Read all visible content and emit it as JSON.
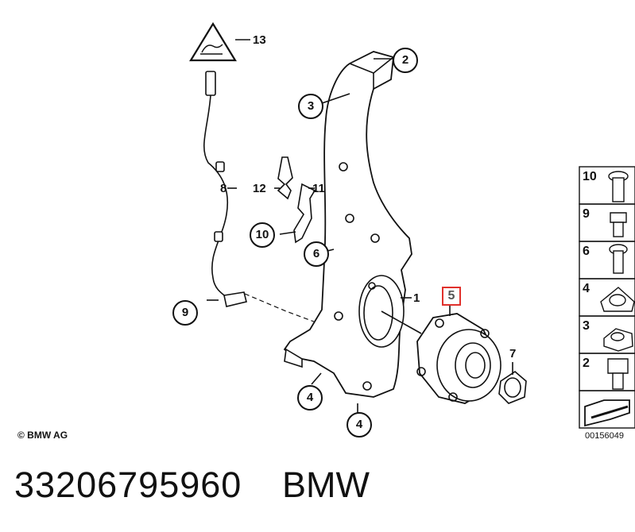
{
  "callouts": {
    "c1": "1",
    "c2": "2",
    "c3": "3",
    "c4a": "4",
    "c4b": "4",
    "c5": "5",
    "c6": "6",
    "c7": "7",
    "c8": "8",
    "c9": "9",
    "c10": "10",
    "c11": "11",
    "c12": "12",
    "c13": "13"
  },
  "legend": [
    "10",
    "9",
    "6",
    "4",
    "3",
    "2"
  ],
  "copyright": "© BMW AG",
  "doc_number": "00156049",
  "part_number": "33206795960",
  "brand": "BMW",
  "colors": {
    "highlight": "#e0312c",
    "line": "#111111"
  }
}
